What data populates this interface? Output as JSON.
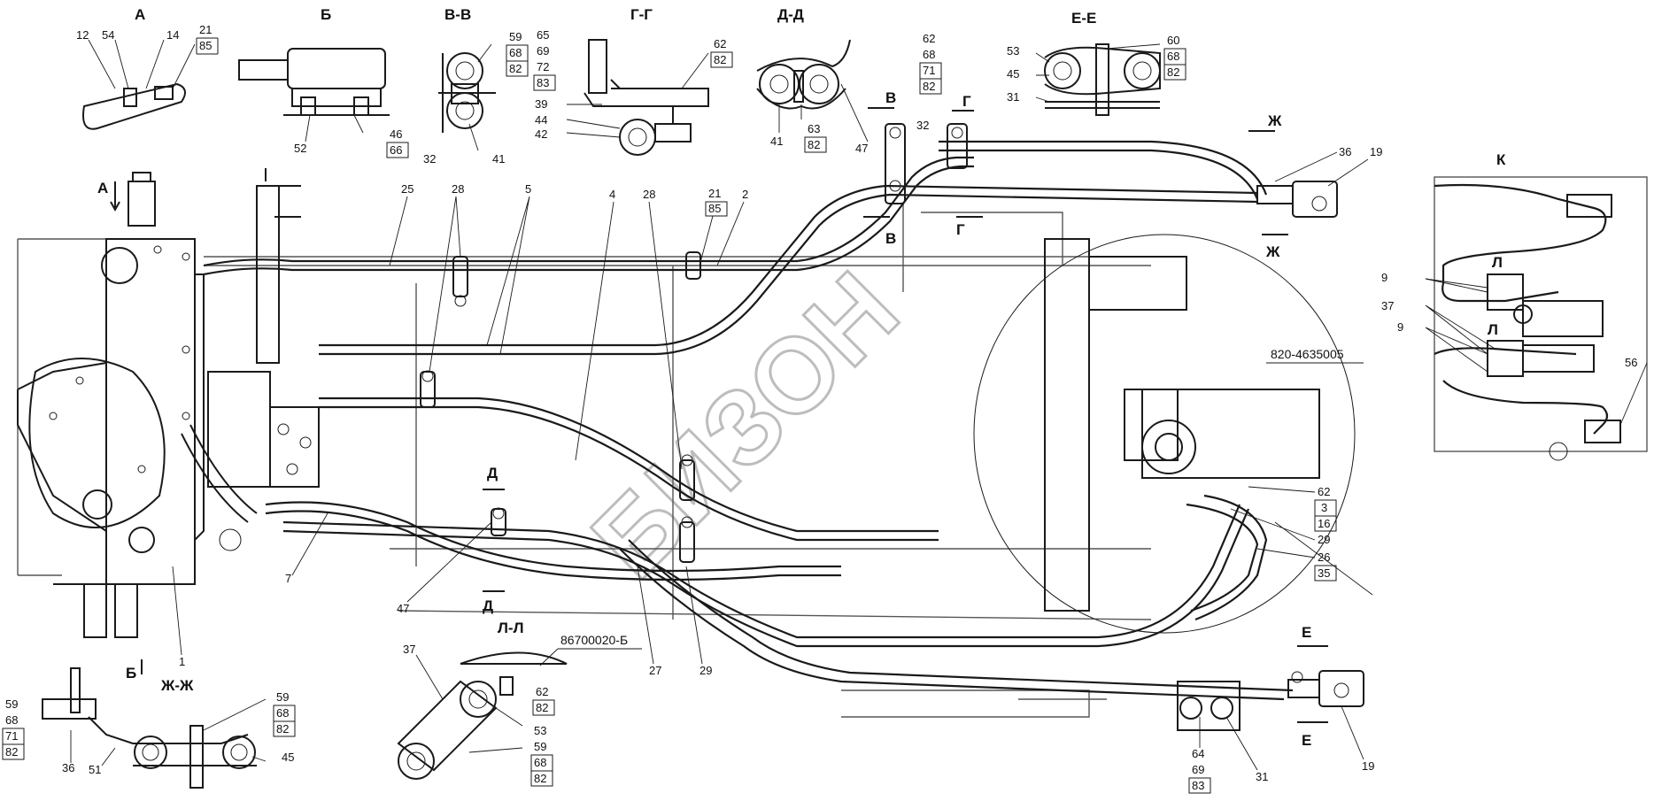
{
  "sections": {
    "A": "А",
    "B": "Б",
    "VV": "В-В",
    "GG": "Г-Г",
    "DD": "Д-Д",
    "EE": "Е-Е",
    "K": "К",
    "ZhZh": "Ж-Ж",
    "LL": "Л-Л"
  },
  "arrows": {
    "A": "А",
    "B": "Б",
    "V": "В",
    "G": "Г",
    "D": "Д",
    "E": "Е",
    "Zh": "Ж",
    "L": "Л"
  },
  "codes": {
    "assembly": "820-4635005",
    "bracket": "86700020-Б"
  },
  "watermark": "БИЗОН",
  "labels": {
    "n1": "1",
    "n2": "2",
    "n3": "3",
    "n4": "4",
    "n5": "5",
    "n7": "7",
    "n9": "9",
    "n12": "12",
    "n14": "14",
    "n16": "16",
    "n19": "19",
    "n21": "21",
    "n25": "25",
    "n26": "26",
    "n27": "27",
    "n28": "28",
    "n29": "29",
    "n31": "31",
    "n32": "32",
    "n35": "35",
    "n36": "36",
    "n37": "37",
    "n39": "39",
    "n41": "41",
    "n42": "42",
    "n44": "44",
    "n45": "45",
    "n46": "46",
    "n47": "47",
    "n51": "51",
    "n52": "52",
    "n53": "53",
    "n54": "54",
    "n56": "56",
    "n59": "59",
    "n60": "60",
    "n62": "62",
    "n63": "63",
    "n64": "64",
    "n65": "65",
    "n66": "66",
    "n68": "68",
    "n69": "69",
    "n71": "71",
    "n72": "72",
    "n82": "82",
    "n83": "83",
    "n85": "85"
  }
}
